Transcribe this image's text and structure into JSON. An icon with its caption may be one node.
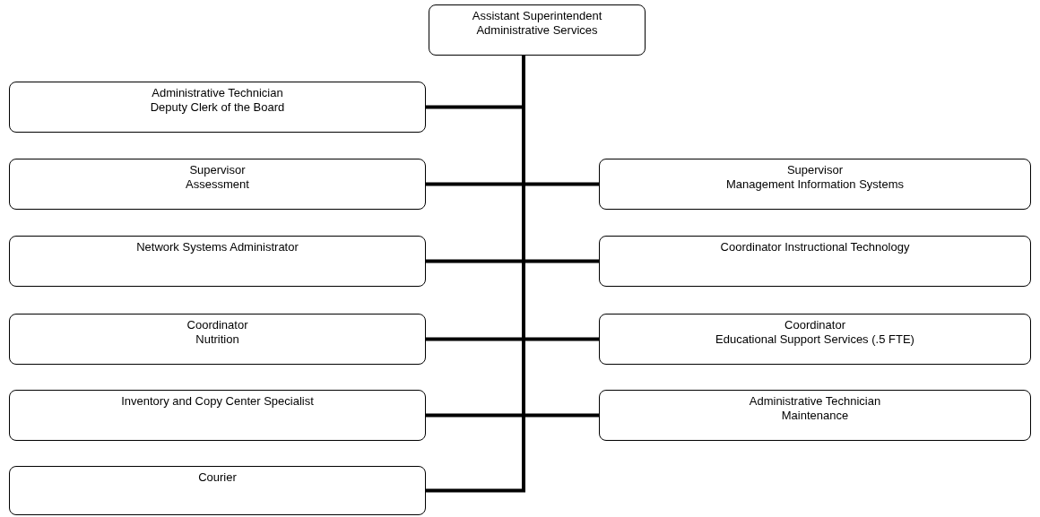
{
  "diagram": {
    "nodes": [
      {
        "text": [
          "Assistant Superintendent",
          "Administrative Services"
        ]
      },
      {
        "text": [
          "Administrative Technician",
          "Deputy Clerk of the Board"
        ]
      },
      {
        "text": [
          "Supervisor",
          "Assessment"
        ]
      },
      {
        "text": [
          "Supervisor",
          "Management Information Systems"
        ]
      },
      {
        "text": [
          "Network Systems Administrator"
        ]
      },
      {
        "text": [
          "Coordinator Instructional Technology"
        ]
      },
      {
        "text": [
          "Coordinator",
          "Nutrition"
        ]
      },
      {
        "text": [
          "Coordinator",
          "Educational Support Services (.5 FTE)"
        ]
      },
      {
        "text": [
          "Inventory and Copy Center Specialist"
        ]
      },
      {
        "text": [
          "Administrative Technician",
          "Maintenance"
        ]
      },
      {
        "text": [
          "Courier"
        ]
      }
    ],
    "edges": [
      {
        "from": 0,
        "to": 1,
        "arrow": "none"
      },
      {
        "from": 0,
        "to": 2,
        "arrow": "none"
      },
      {
        "from": 0,
        "to": 3,
        "arrow": "none"
      },
      {
        "from": 0,
        "to": 4,
        "arrow": "none"
      },
      {
        "from": 0,
        "to": 5,
        "arrow": "none"
      },
      {
        "from": 0,
        "to": 6,
        "arrow": "none"
      },
      {
        "from": 0,
        "to": 7,
        "arrow": "none"
      },
      {
        "from": 0,
        "to": 8,
        "arrow": "none"
      },
      {
        "from": 0,
        "to": 9,
        "arrow": "none"
      },
      {
        "from": 0,
        "to": 10,
        "arrow": "none"
      }
    ]
  }
}
